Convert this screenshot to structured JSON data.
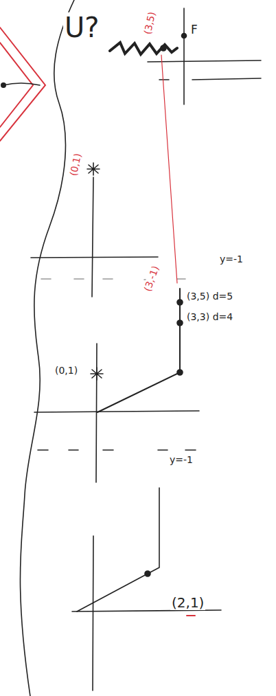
{
  "diagram": {
    "labels": [
      "U?",
      "F",
      "(0,1)",
      "(3,5)",
      "y=-1",
      "(3,-1)",
      "(3,5) d=5",
      "(3,3) d=4",
      "(0,1)",
      "y=-1",
      "(2,1)"
    ]
  }
}
